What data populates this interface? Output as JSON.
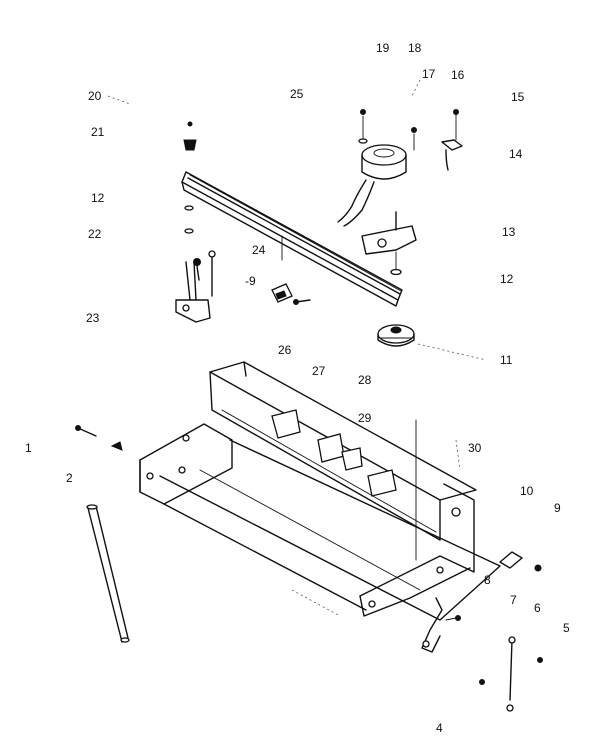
{
  "callouts": {
    "c1": "1",
    "c2": "2",
    "c4": "4",
    "c5": "5",
    "c6": "6",
    "c7": "7",
    "c8": "8",
    "c9": "9",
    "c10": "10",
    "c11": "11",
    "c12a": "12",
    "c12b": "12",
    "c13": "13",
    "c14": "14",
    "c15": "15",
    "c16": "16",
    "c17": "17",
    "c18": "18",
    "c19": "19",
    "c20": "20",
    "c21": "21",
    "c22": "22",
    "c23": "23",
    "c24": "24",
    "c24b": "-9",
    "c25": "25",
    "c26": "26",
    "c27": "27",
    "c28": "28",
    "c29": "29",
    "c30": "30"
  }
}
